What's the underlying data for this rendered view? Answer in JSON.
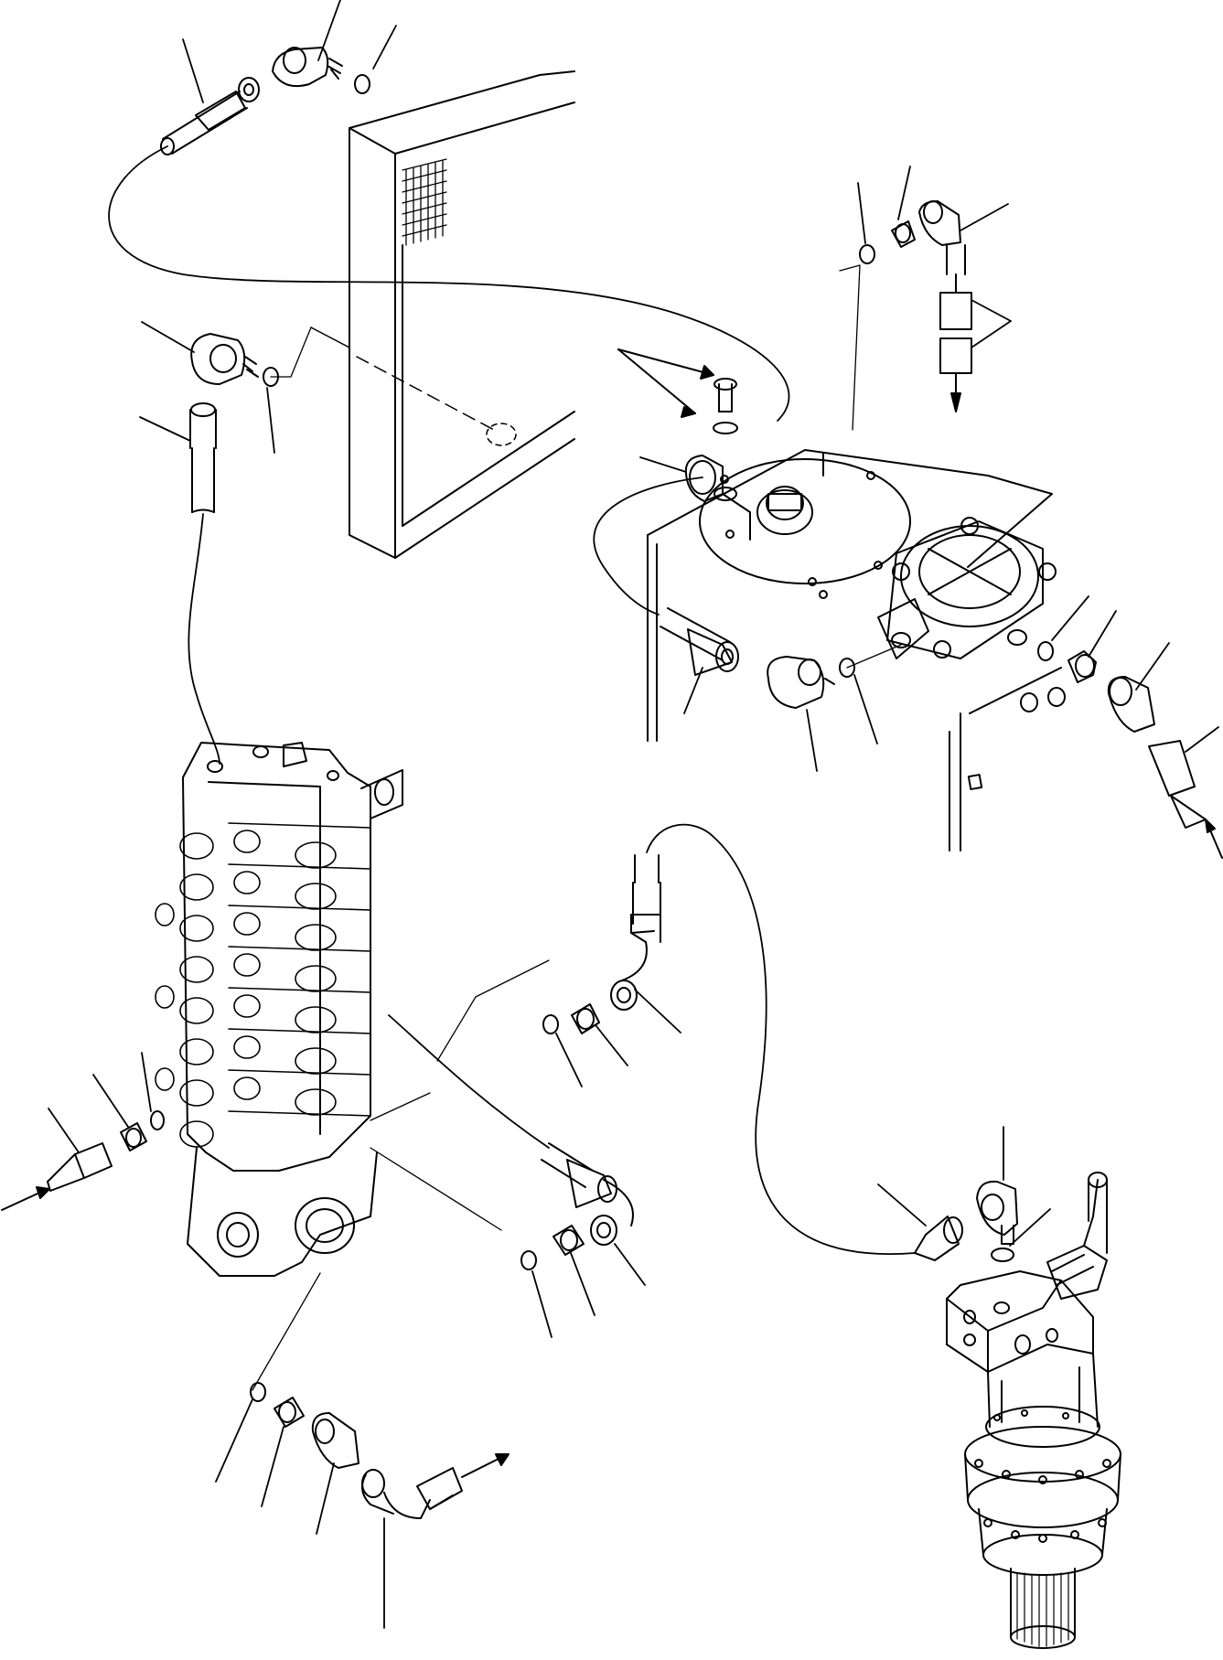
{
  "diagram": {
    "kind": "exploded hydraulic parts diagram (line art, no printed text)",
    "stroke_color": "#000000",
    "background_color": "#ffffff",
    "components": [
      "oil-cooler",
      "hydraulic-tank",
      "tank-strainer-cover",
      "main-control-valve",
      "swing-motor",
      "pipe-clamp-with-bolt-and-washer"
    ],
    "flow_arrows": [
      "inlet-left",
      "inlet-right",
      "outlet-bottom",
      "outlet-top",
      "clamp-pointer"
    ],
    "callout_count": 34
  }
}
